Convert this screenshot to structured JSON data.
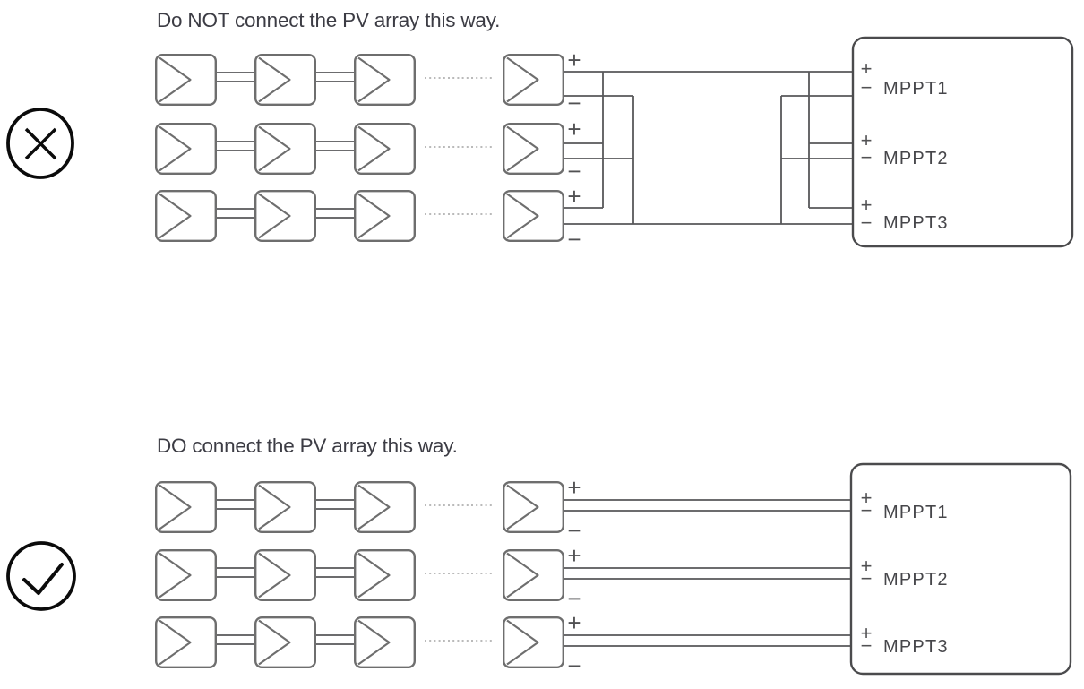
{
  "top_diagram": {
    "title": "Do NOT connect the PV array this way.",
    "icon": "cross-circle-icon",
    "string_count": 3,
    "modules_visible_per_string": 4,
    "mppt_ports": [
      {
        "label": "MPPT1"
      },
      {
        "label": "MPPT2"
      },
      {
        "label": "MPPT3"
      }
    ]
  },
  "bottom_diagram": {
    "title": "DO connect the PV array this way.",
    "icon": "check-circle-icon",
    "string_count": 3,
    "modules_visible_per_string": 4,
    "mppt_ports": [
      {
        "label": "MPPT1"
      },
      {
        "label": "MPPT2"
      },
      {
        "label": "MPPT3"
      }
    ]
  },
  "terminal_labels": {
    "plus": "+",
    "minus": "−"
  },
  "colors": {
    "line": "#58585a",
    "module": "#6e6e6e",
    "box": "#4b4b4d",
    "dotted": "#b0b0b0",
    "text": "#3c3c44",
    "label": "#46464a",
    "terminal": "#515153",
    "icon": "#0b0b0b",
    "bg": "#ffffff"
  }
}
